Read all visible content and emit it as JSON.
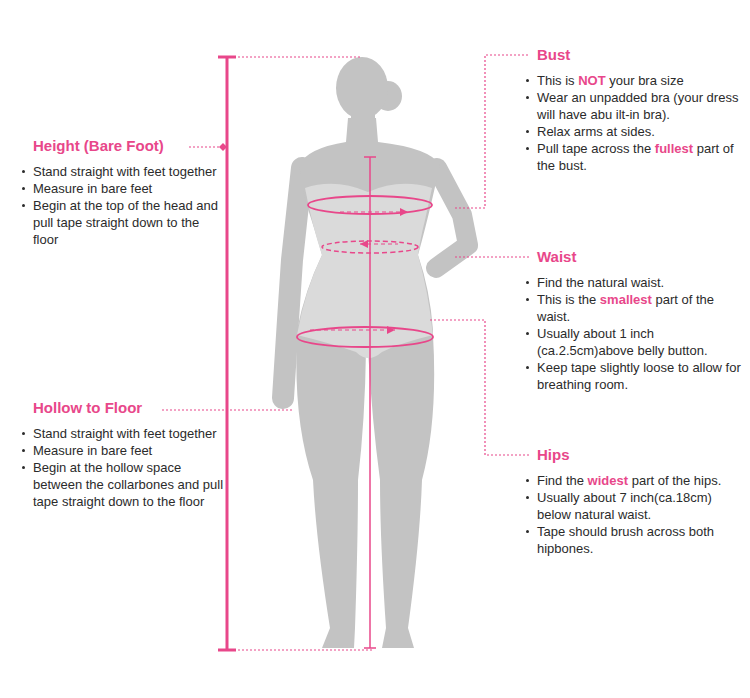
{
  "diagram": {
    "labels": [
      "Height (Bare Foot)",
      "Stand straight with feet together",
      "Measure in bare feet",
      "Begin at the top of the head and pull tape straight down to the floor",
      "Hollow to Floor",
      "Stand straight with feet together",
      "Measure in bare feet",
      "Begin at the hollow space between the collarbones and pull tape straight down to the floor",
      "Bust",
      "This is NOT your bra size",
      "Wear an unpadded bra (your dress will have abu ilt-in bra).",
      "Relax arms at sides.",
      "Pull tape across the fullest part of the bust.",
      "Waist",
      "Find the natural waist.",
      "This is the smallest part of the waist.",
      "Usually about 1 inch (ca.2.5cm)above belly button.",
      "Keep tape slightly loose to allow for breathing room.",
      "Hips",
      "Find the widest part of the hips.",
      "Usually about 7 inch(ca.18cm) below natural waist.",
      "Tape should brush across both hipbones."
    ]
  }
}
